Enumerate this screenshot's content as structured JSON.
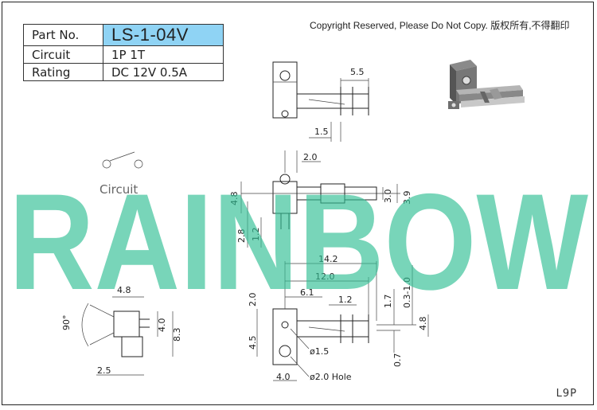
{
  "spec_table": {
    "rows": [
      {
        "label": "Part No.",
        "value": "LS-1-04V"
      },
      {
        "label": "Circuit",
        "value": "1P 1T"
      },
      {
        "label": "Rating",
        "value": "DC 12V 0.5A"
      }
    ]
  },
  "copyright": "Copyright Reserved, Please Do Not Copy. 版权所有,不得翻印",
  "watermark": "RAINBOW",
  "circuit_label": "Circuit",
  "page_code": "L9P",
  "colors": {
    "highlight": "#8fd3f4",
    "watermark": "#2fbf94"
  },
  "dimensions": {
    "top_view": {
      "d1": "5.5",
      "d2": "1.5"
    },
    "side_view": {
      "d1": "2.0",
      "d2": "4.8",
      "d3": "3.0",
      "d4": "3.9",
      "d5": "2.8",
      "d6": "1.2"
    },
    "end_view": {
      "d1": "4.8",
      "d2": "90°",
      "d3": "4.0",
      "d4": "8.3",
      "d5": "2.5"
    },
    "bottom_view": {
      "d1": "14.2",
      "d2": "12.0",
      "d3": "6.1",
      "d4": "1.2",
      "d5": "1.7",
      "d6": "0.3-1.0",
      "d7": "2.0",
      "d8": "4.5",
      "d9": "ø1.5",
      "d10": "4.8",
      "d11": "0.7",
      "d12": "4.0",
      "d13": "ø2.0 Hole"
    }
  }
}
